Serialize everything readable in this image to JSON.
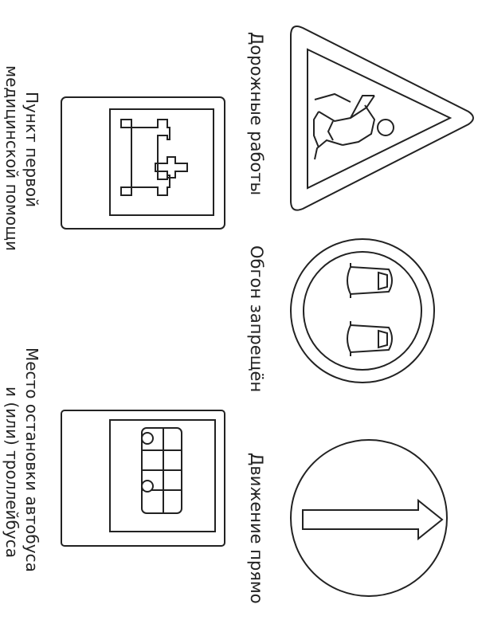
{
  "signs": [
    {
      "name": "Дорожные работы",
      "caption": "Дорожные   работы"
    },
    {
      "name": "Обгон запрещён",
      "caption": "Обгон   запрещён"
    },
    {
      "name": "Движение прямо",
      "caption": "Движение   прямо"
    },
    {
      "name": "Пункт первой медицинской помощи",
      "caption_line1": "Пункт   первой",
      "caption_line2": "медицинской   помощи"
    },
    {
      "name": "Место остановки автобуса и (или) троллейбуса",
      "caption_line1": "Место   остановки   автобуса",
      "caption_line2": "и   (или)   троллейбуса"
    }
  ],
  "colors": {
    "ink": "#222222",
    "paper": "#ffffff"
  }
}
